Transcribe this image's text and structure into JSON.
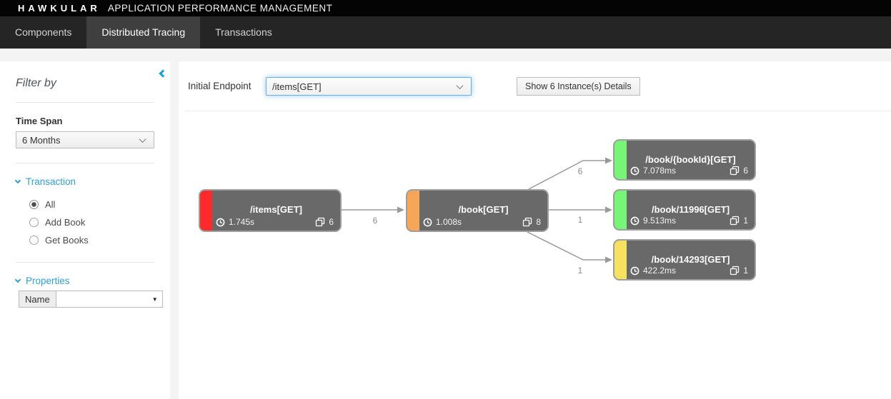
{
  "brand": {
    "logo": "HAWKULAR",
    "product": "APPLICATION PERFORMANCE MANAGEMENT"
  },
  "nav": {
    "tabs": [
      {
        "label": "Components",
        "active": false
      },
      {
        "label": "Distributed Tracing",
        "active": true
      },
      {
        "label": "Transactions",
        "active": false
      }
    ]
  },
  "sidebar": {
    "title": "Filter by",
    "time_span": {
      "label": "Time Span",
      "selected": "6 Months"
    },
    "transaction": {
      "label": "Transaction",
      "options": [
        {
          "label": "All",
          "selected": true
        },
        {
          "label": "Add Book",
          "selected": false
        },
        {
          "label": "Get Books",
          "selected": false
        }
      ]
    },
    "properties": {
      "label": "Properties",
      "name_label": "Name",
      "name_value": ""
    }
  },
  "toolbar": {
    "initial_endpoint_label": "Initial Endpoint",
    "initial_endpoint_value": "/items[GET]",
    "details_button": "Show 6 Instance(s) Details"
  },
  "colors": {
    "link_blue": "#2da0d8",
    "focus_blue": "#66afe9",
    "node_gray": "#696969",
    "severity_red": "#fb2b2b",
    "severity_orange": "#f7a557",
    "severity_green": "#76f576",
    "severity_yellow": "#f6e25f",
    "edge_gray": "#999999"
  },
  "diagram": {
    "nodes": [
      {
        "label": "/items[GET]",
        "duration": "1.745s",
        "count": "6",
        "color": "#fb2b2b"
      },
      {
        "label": "/book[GET]",
        "duration": "1.008s",
        "count": "8",
        "color": "#f7a557"
      },
      {
        "label": "/book/{bookId}[GET]",
        "duration": "7.078ms",
        "count": "6",
        "color": "#76f576"
      },
      {
        "label": "/book/11996[GET]",
        "duration": "9.513ms",
        "count": "1",
        "color": "#76f576"
      },
      {
        "label": "/book/14293[GET]",
        "duration": "422.2ms",
        "count": "1",
        "color": "#f6e25f"
      }
    ],
    "edges": [
      {
        "from": "/items[GET]",
        "to": "/book[GET]",
        "label": "6"
      },
      {
        "from": "/book[GET]",
        "to": "/book/{bookId}[GET]",
        "label": "6"
      },
      {
        "from": "/book[GET]",
        "to": "/book/11996[GET]",
        "label": "1"
      },
      {
        "from": "/book[GET]",
        "to": "/book/14293[GET]",
        "label": "1"
      }
    ]
  }
}
